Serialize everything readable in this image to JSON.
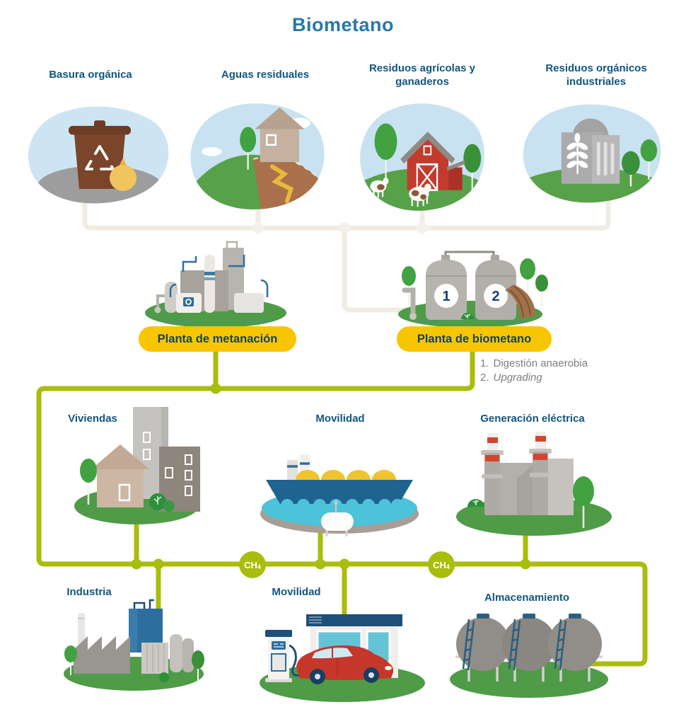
{
  "title": "Biometano",
  "sources": [
    {
      "label": "Basura orgánica"
    },
    {
      "label": "Aguas residuales"
    },
    {
      "label": "Residuos agrícolas y ganaderos"
    },
    {
      "label": "Residuos orgánicos industriales"
    }
  ],
  "plants": {
    "metanacion": {
      "label": "Planta de metanación"
    },
    "biometano": {
      "label": "Planta de biometano",
      "tank_numbers": [
        "1",
        "2"
      ],
      "steps": [
        {
          "num": "1.",
          "text": "Digestión anaerobia"
        },
        {
          "num": "2.",
          "text": "Upgrading"
        }
      ]
    }
  },
  "uses_top": [
    {
      "label": "Viviendas"
    },
    {
      "label": "Movilidad"
    },
    {
      "label": "Generación eléctrica"
    }
  ],
  "uses_bottom": [
    {
      "label": "Industria"
    },
    {
      "label": "Movilidad"
    },
    {
      "label": "Almacenamiento"
    }
  ],
  "gas_badges": [
    {
      "formula": "CH",
      "subscript": "4"
    },
    {
      "formula": "CH",
      "subscript": "4"
    }
  ],
  "colors": {
    "title_blue": "#2878a8",
    "label_blue": "#12567f",
    "pill_yellow": "#f8c502",
    "pill_text": "#15426e",
    "line_green": "#a9bd0c",
    "line_cream": "#f1ece3",
    "steps_gray": "#7f7f7f",
    "grass_green": "#4f9b48",
    "sky_blue": "#cde4f3"
  }
}
